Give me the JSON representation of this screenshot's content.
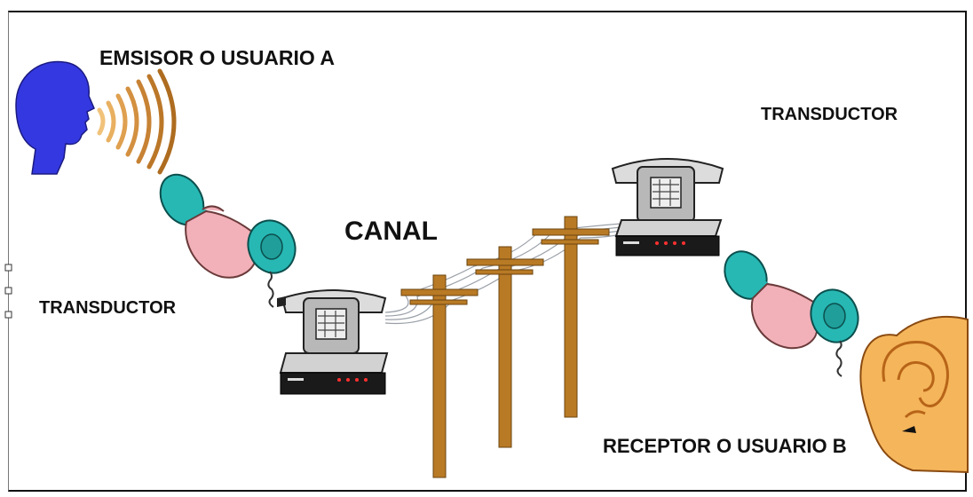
{
  "labels": {
    "emisor": "EMSISOR O USUARIO A",
    "transductor_left": "TRANSDUCTOR",
    "transductor_right": "TRANSDUCTOR",
    "canal": "CANAL",
    "receptor": "RECEPTOR O USUARIO B"
  },
  "colors": {
    "head": "#3438e0",
    "sound_waves": "#b07020",
    "handset": "#27b8b4",
    "hand": "#f2b0b8",
    "pole": "#b97a25",
    "phone_body": "#c8c8c8",
    "ear": "#f5b55a"
  }
}
